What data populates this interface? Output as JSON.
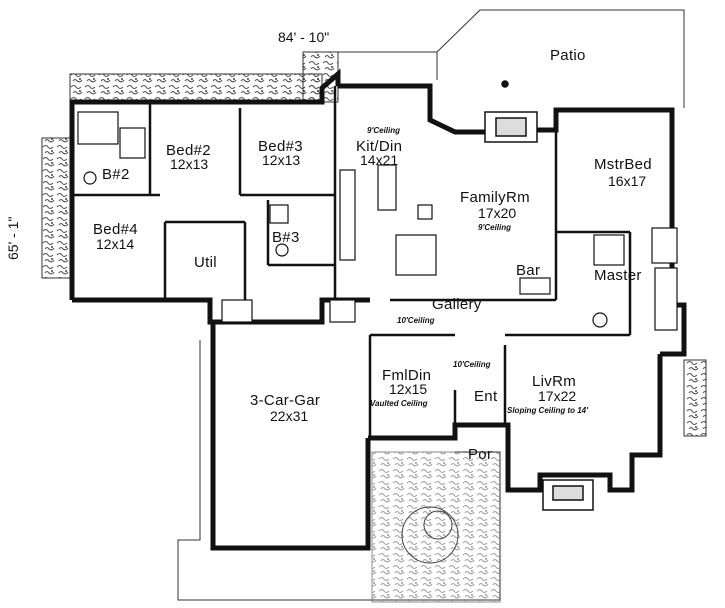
{
  "dimensions": {
    "width": "84' - 10\"",
    "depth": "65' - 1\""
  },
  "rooms": {
    "patio": {
      "name": "Patio"
    },
    "bed2": {
      "name": "Bed#2",
      "size": "12x13"
    },
    "bed3": {
      "name": "Bed#3",
      "size": "12x13"
    },
    "bed4": {
      "name": "Bed#4",
      "size": "12x14"
    },
    "bath2": {
      "name": "B#2"
    },
    "bath3": {
      "name": "B#3"
    },
    "util": {
      "name": "Util"
    },
    "kitdin": {
      "name": "Kit/Din",
      "size": "14x21",
      "note": "9'Ceiling"
    },
    "family": {
      "name": "FamilyRm",
      "size": "17x20",
      "note": "9'Ceiling"
    },
    "bar": {
      "name": "Bar"
    },
    "mstrbed": {
      "name": "MstrBed",
      "size": "16x17"
    },
    "master": {
      "name": "Master"
    },
    "gallery": {
      "name": "Gallery",
      "note": "10'Ceiling"
    },
    "garage": {
      "name": "3-Car-Gar",
      "size": "22x31"
    },
    "fmldin": {
      "name": "FmlDin",
      "size": "12x15",
      "note": "Vaulted Ceiling"
    },
    "entry": {
      "name": "Ent",
      "note": "10'Ceiling"
    },
    "porch": {
      "name": "Por"
    },
    "livrm": {
      "name": "LivRm",
      "size": "17x22",
      "note": "Sloping Ceiling to 14'"
    }
  },
  "colors": {
    "wall": "#111111",
    "landscape": "#555555",
    "paper": "#ffffff"
  }
}
